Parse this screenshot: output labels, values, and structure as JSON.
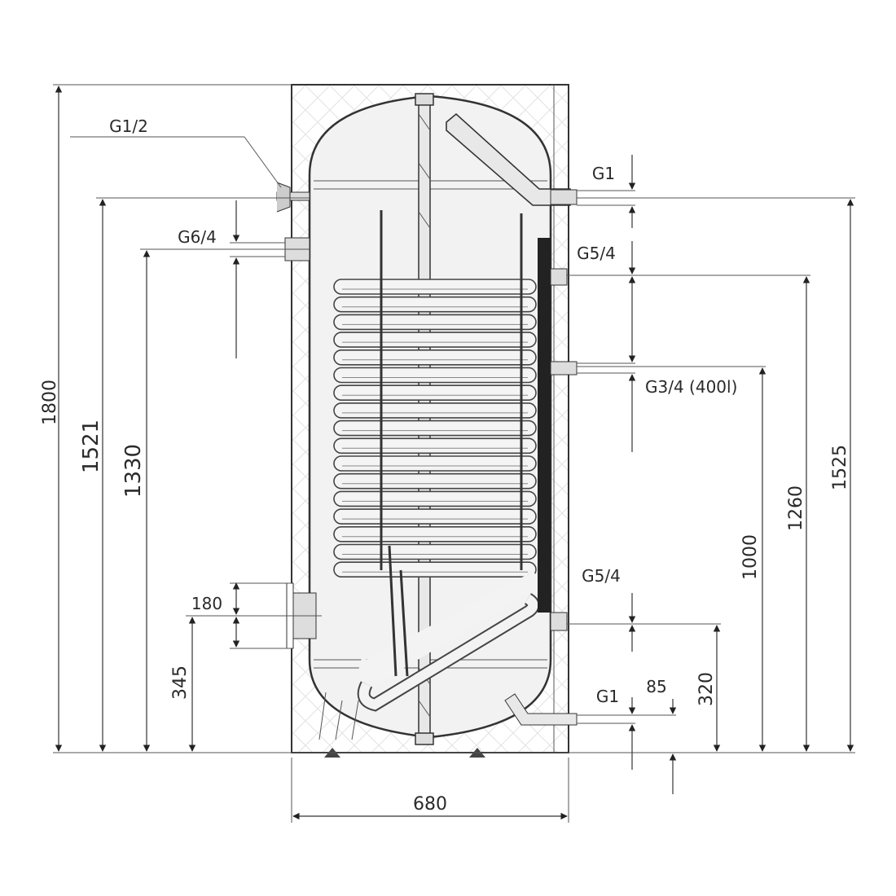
{
  "dimensions": {
    "total_height": "1800",
    "left_1": "1521",
    "left_2": "1330",
    "left_3": "345",
    "right_1": "1525",
    "right_2": "1260",
    "right_3": "1000",
    "right_4": "320",
    "right_5": "85",
    "spacing": "180",
    "width": "680"
  },
  "connections": {
    "top_left": "G1/2",
    "left_mid": "G6/4",
    "right_top": "G1",
    "right_coil_top": "G5/4",
    "right_mid": "G3/4 (400l)",
    "right_coil_bottom": "G5/4",
    "right_bottom": "G1"
  }
}
